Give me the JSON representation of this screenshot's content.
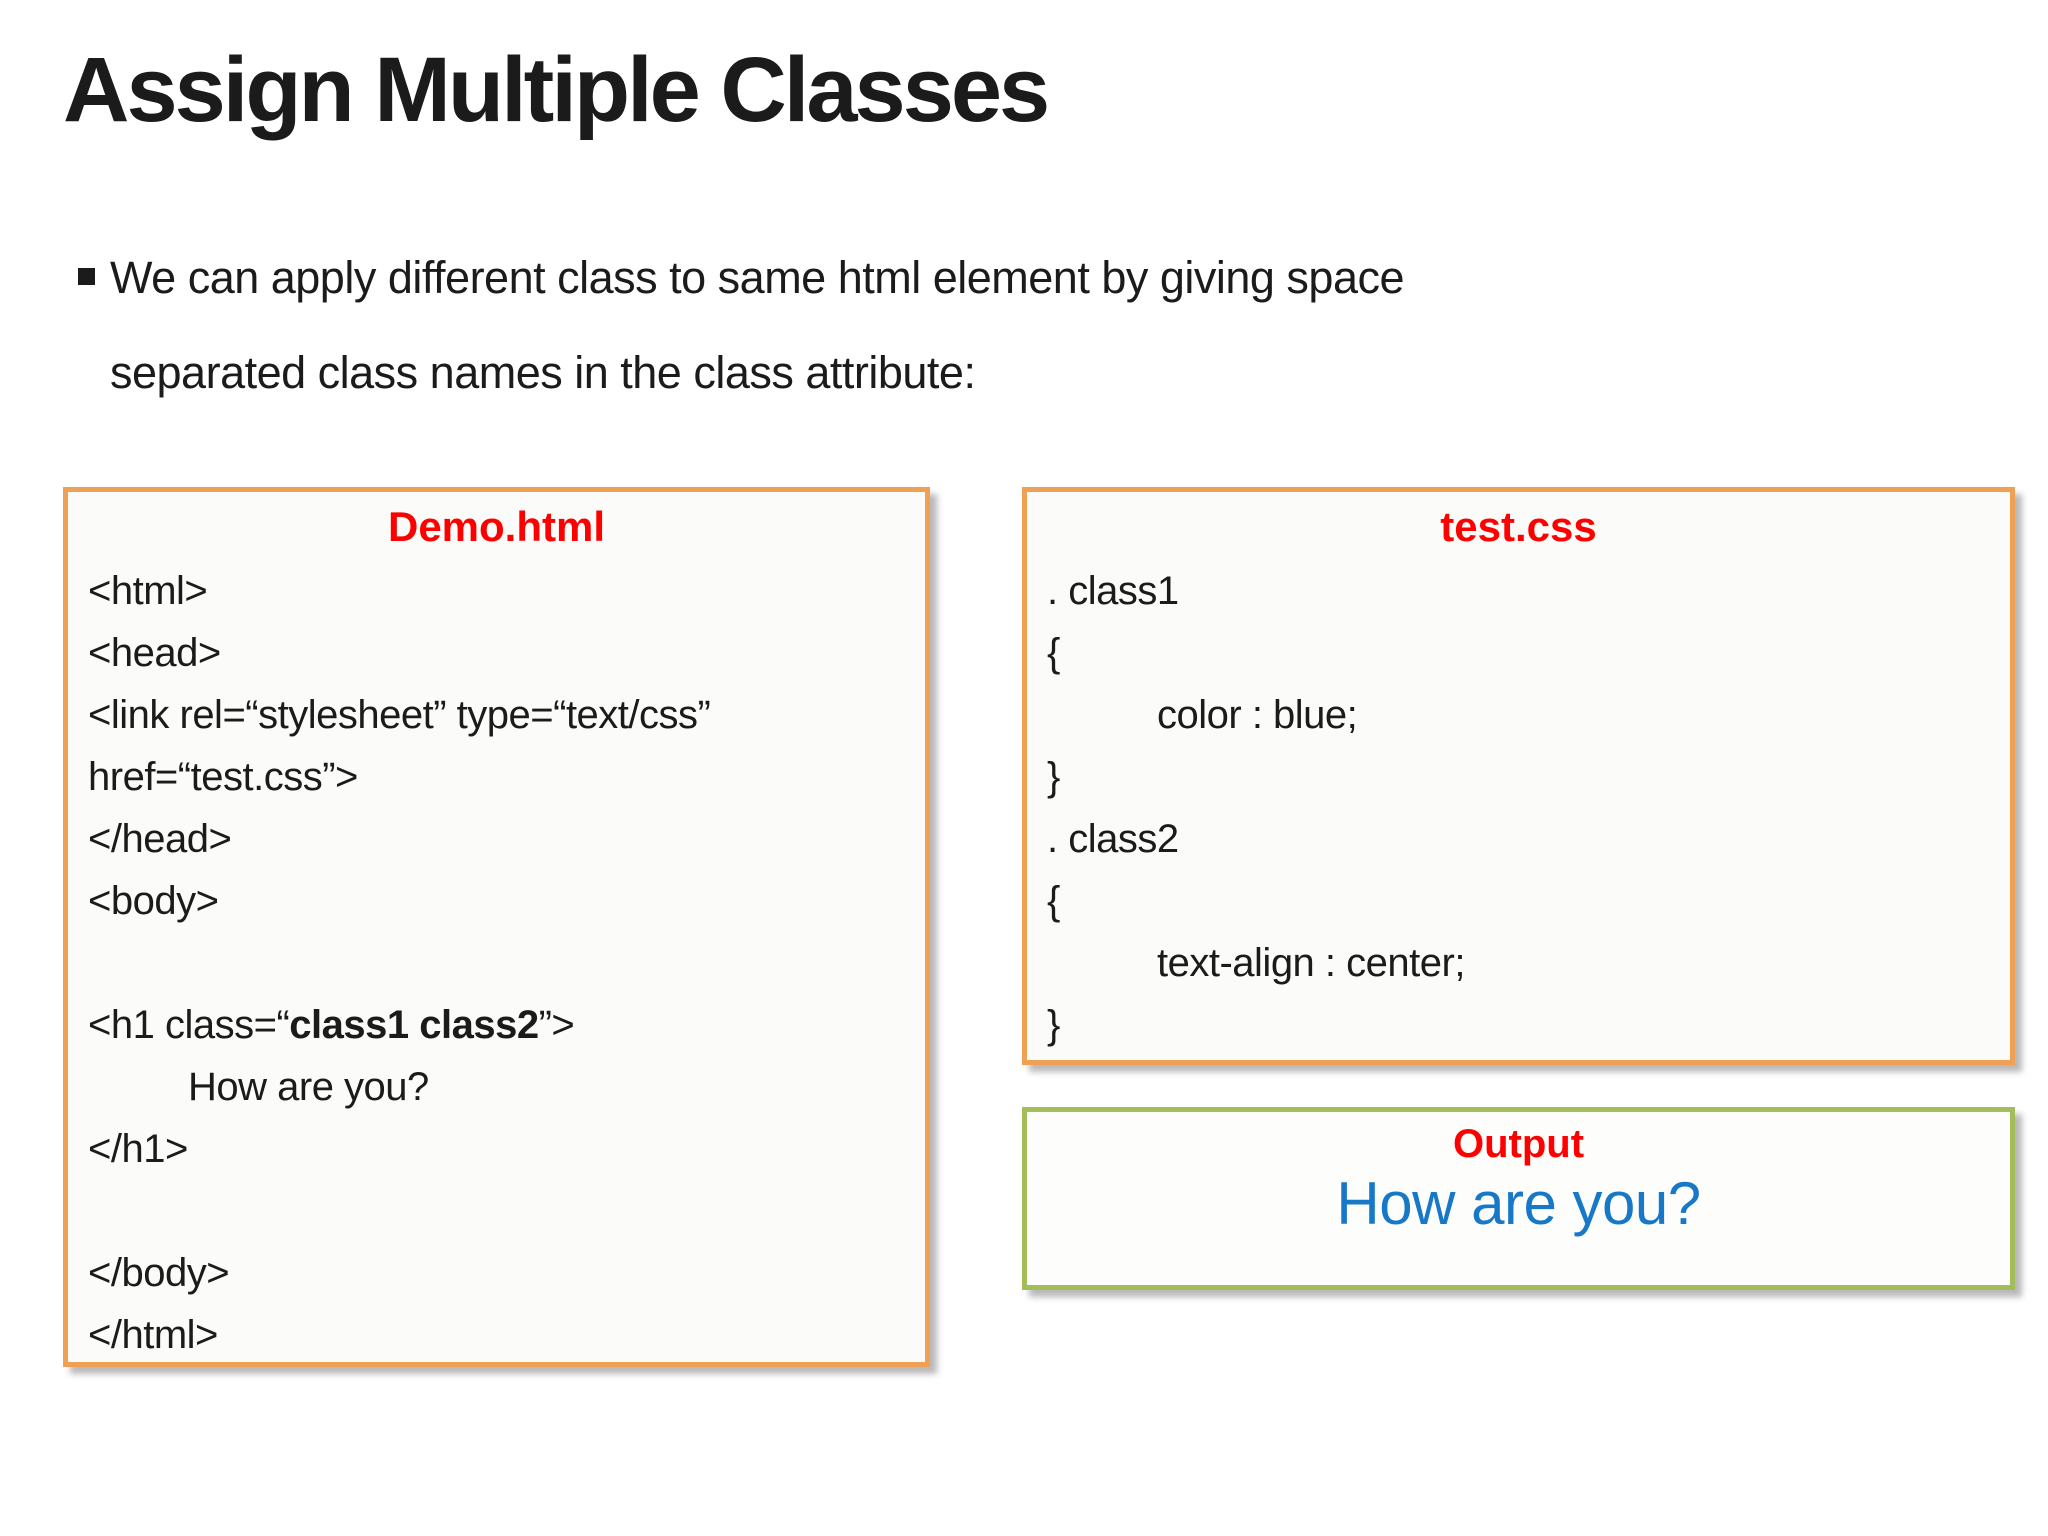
{
  "header": {
    "title": "Assign Multiple Classes"
  },
  "intro": {
    "bullet_icon": "square-bullet",
    "line1": "We can apply different class to same html element by giving space",
    "line2": "separated class names in the class attribute:"
  },
  "demo_box": {
    "title": "Demo.html",
    "lines_top": [
      "<html>",
      "<head>",
      "<link rel=“stylesheet” type=“text/css”",
      "href=“test.css”>",
      "</head>",
      "<body>"
    ],
    "h1_line": {
      "pre": "<h1 class=“",
      "bold": "class1 class2",
      "post": "”>"
    },
    "h1_content": "How are you?",
    "h1_close": "</h1>",
    "lines_bottom": [
      "</body>",
      "</html>"
    ]
  },
  "testcss_box": {
    "title": "test.css",
    "lines": [
      ". class1",
      "{",
      "color : blue;",
      "}",
      ". class2",
      "{",
      "text-align : center;",
      "}"
    ]
  },
  "output_box": {
    "title": "Output",
    "text": "How are you?"
  },
  "colors": {
    "title_text": "#1B1B1B",
    "heading_red": "#FF0000",
    "code_text": "#1B1B1B",
    "orange_border": "#F0A055",
    "green_border": "#A3BD59",
    "output_blue": "#1878C8"
  }
}
